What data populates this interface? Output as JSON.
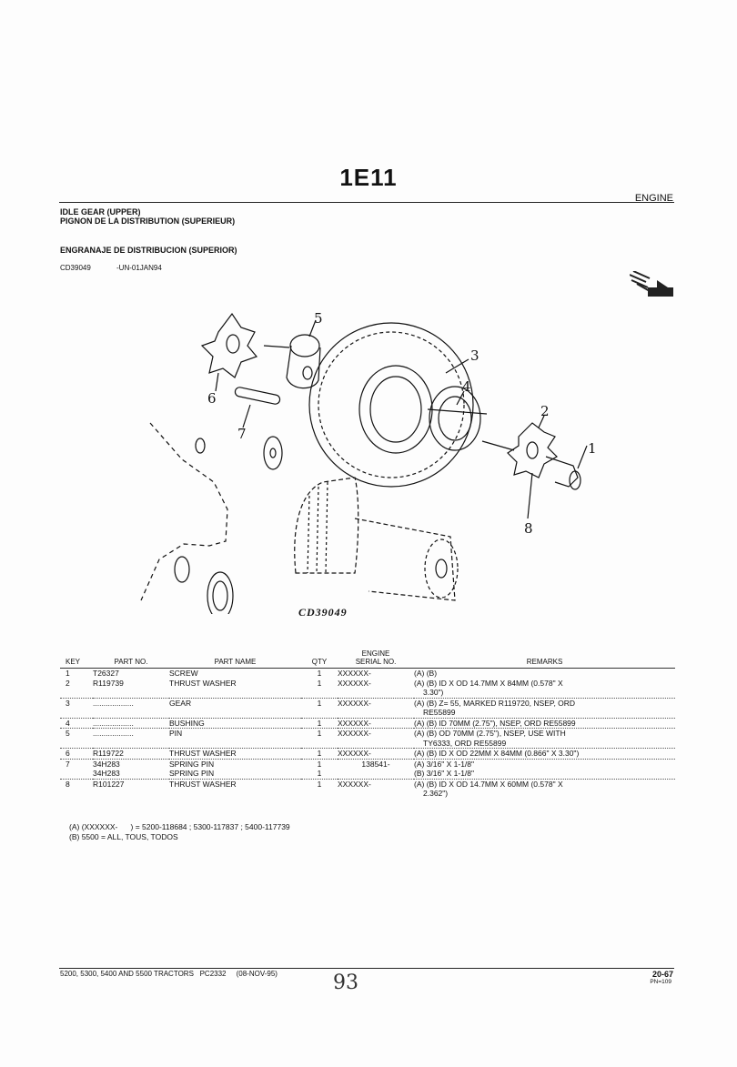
{
  "page": {
    "code": "1E11",
    "section": "ENGINE",
    "heading_en": "IDLE GEAR (UPPER)",
    "heading_fr": "PIGNON DE LA DISTRIBUTION (SUPERIEUR)",
    "heading_es": "ENGRANAJE DE DISTRIBUCION (SUPERIOR)",
    "illustration_id": "CD39049",
    "illustration_date": "-UN-01JAN94",
    "figure_caption": "CD39049"
  },
  "figure": {
    "callouts": [
      "1",
      "2",
      "3",
      "4",
      "5",
      "6",
      "7",
      "8"
    ]
  },
  "table": {
    "headers": {
      "key": "KEY",
      "part_no": "PART NO.",
      "part_name": "PART NAME",
      "qty": "QTY",
      "engine_top": "ENGINE",
      "engine_bottom": "SERIAL NO.",
      "remarks": "REMARKS"
    },
    "rows": [
      {
        "key": "1",
        "part": "T26327",
        "name": "SCREW",
        "qty": "1",
        "serial": "XXXXXX-",
        "remarks": "(A) (B)"
      },
      {
        "key": "2",
        "part": "R119739",
        "name": "THRUST WASHER",
        "qty": "1",
        "serial": "XXXXXX-",
        "remarks": "(A) (B) ID X OD 14.7MM X 84MM (0.578\" X"
      },
      {
        "key": "",
        "part": "",
        "name": "",
        "qty": "",
        "serial": "",
        "remarks": "3.30\")"
      },
      {
        "key": "3",
        "part": "...................",
        "name": "GEAR",
        "qty": "1",
        "serial": "XXXXXX-",
        "remarks": "(A) (B) Z= 55, MARKED R119720, NSEP, ORD"
      },
      {
        "key": "",
        "part": "",
        "name": "",
        "qty": "",
        "serial": "",
        "remarks": "RE55899"
      },
      {
        "key": "4",
        "part": "...................",
        "name": "BUSHING",
        "qty": "1",
        "serial": "XXXXXX-",
        "remarks": "(A) (B) ID 70MM (2.75\"), NSEP, ORD RE55899"
      },
      {
        "key": "5",
        "part": "...................",
        "name": "PIN",
        "qty": "1",
        "serial": "XXXXXX-",
        "remarks": "(A) (B) OD 70MM (2.75\"), NSEP, USE WITH"
      },
      {
        "key": "",
        "part": "",
        "name": "",
        "qty": "",
        "serial": "",
        "remarks": "TY6333, ORD RE55899"
      },
      {
        "key": "6",
        "part": "R119722",
        "name": "THRUST WASHER",
        "qty": "1",
        "serial": "XXXXXX-",
        "remarks": "(A) (B) ID X OD 22MM X 84MM (0.866\" X 3.30\")"
      },
      {
        "key": "7",
        "part": "34H283",
        "name": "SPRING PIN",
        "qty": "1",
        "serial": "138541-",
        "remarks": "(A) 3/16\" X 1-1/8\""
      },
      {
        "key": "",
        "part": "34H283",
        "name": "SPRING PIN",
        "qty": "1",
        "serial": "",
        "remarks": "(B) 3/16\" X 1-1/8\""
      },
      {
        "key": "8",
        "part": "R101227",
        "name": "THRUST WASHER",
        "qty": "1",
        "serial": "XXXXXX-",
        "remarks": "(A) (B) ID X OD 14.7MM X 60MM (0.578\" X"
      },
      {
        "key": "",
        "part": "",
        "name": "",
        "qty": "",
        "serial": "",
        "remarks": "2.362\")"
      }
    ]
  },
  "footnotes": [
    "(A) (XXXXXX-      ) = 5200-118684 ; 5300-117837 ; 5400-117739",
    "(B) 5500 = ALL, TOUS, TODOS"
  ],
  "footer": {
    "left": "5200, 5300, 5400 AND 5500 TRACTORS   PC2332     (08-NOV-95)",
    "page": "20-67",
    "pn": "PN=109",
    "handwritten": "93"
  }
}
